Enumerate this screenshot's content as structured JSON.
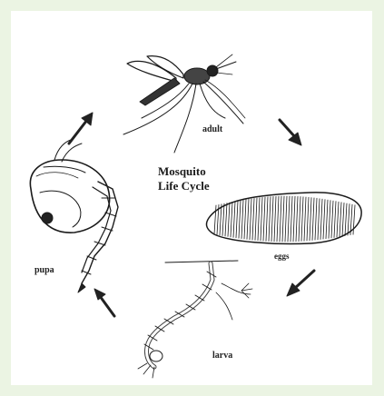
{
  "diagram": {
    "title_line1": "Mosquito",
    "title_line2": "Life Cycle",
    "stages": {
      "adult": "adult",
      "eggs": "eggs",
      "larva": "larva",
      "pupa": "pupa"
    }
  }
}
